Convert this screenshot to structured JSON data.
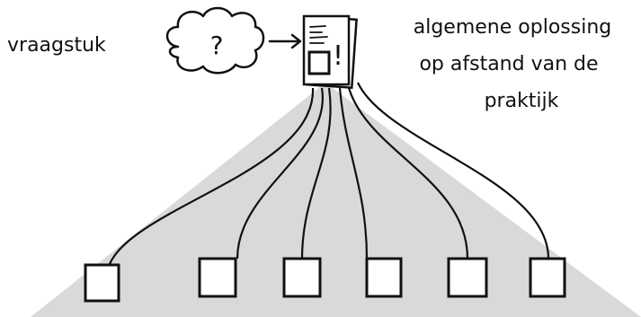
{
  "labels": {
    "problem": "vraagstuk",
    "problem_symbol": "?",
    "solution_symbol": "!",
    "solution_line1": "algemene oplossing",
    "solution_line2": "op afstand van de",
    "solution_line3": "praktijk"
  },
  "diagram": {
    "nodes": [
      "problem-cloud",
      "general-solution-document"
    ],
    "practice_items_count": 6
  },
  "colors": {
    "ink": "#111111",
    "triangle_fill": "#d9d9d9",
    "background": "#ffffff"
  }
}
